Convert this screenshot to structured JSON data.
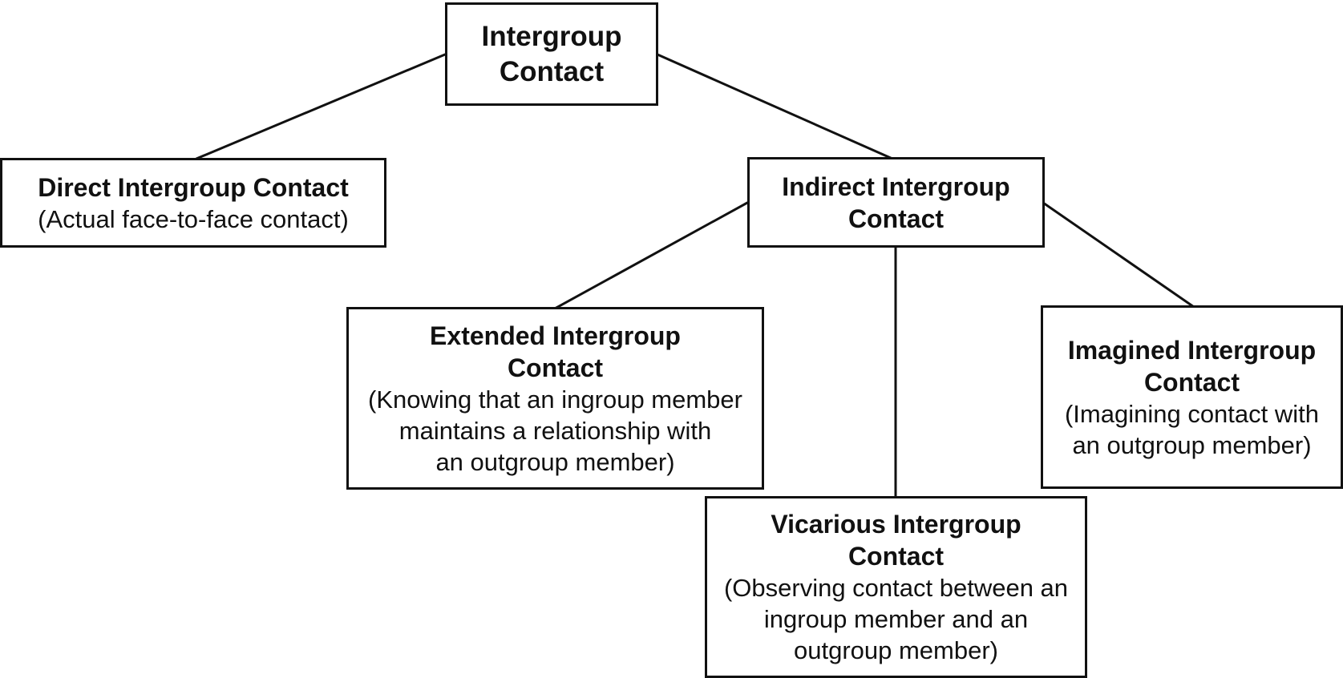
{
  "diagram": {
    "root": {
      "title_lines": [
        "Intergroup",
        "Contact"
      ]
    },
    "direct": {
      "title_lines": [
        "Direct Intergroup Contact"
      ],
      "desc_lines": [
        "(Actual face-to-face contact)"
      ]
    },
    "indirect": {
      "title_lines": [
        "Indirect Intergroup",
        "Contact"
      ]
    },
    "extended": {
      "title_lines": [
        "Extended Intergroup",
        "Contact"
      ],
      "desc_lines": [
        "(Knowing that an ingroup member",
        "maintains a relationship with",
        "an outgroup member)"
      ]
    },
    "vicarious": {
      "title_lines": [
        "Vicarious Intergroup",
        "Contact"
      ],
      "desc_lines": [
        "(Observing contact between an",
        "ingroup member and an",
        "outgroup member)"
      ]
    },
    "imagined": {
      "title_lines": [
        "Imagined Intergroup",
        "Contact"
      ],
      "desc_lines": [
        "(Imagining contact with",
        "an outgroup member)"
      ]
    },
    "edges": [
      {
        "from": "Intergroup Contact",
        "to": "Direct Intergroup Contact"
      },
      {
        "from": "Intergroup Contact",
        "to": "Indirect Intergroup Contact"
      },
      {
        "from": "Indirect Intergroup Contact",
        "to": "Extended Intergroup Contact"
      },
      {
        "from": "Indirect Intergroup Contact",
        "to": "Vicarious Intergroup Contact"
      },
      {
        "from": "Indirect Intergroup Contact",
        "to": "Imagined Intergroup Contact"
      }
    ]
  }
}
